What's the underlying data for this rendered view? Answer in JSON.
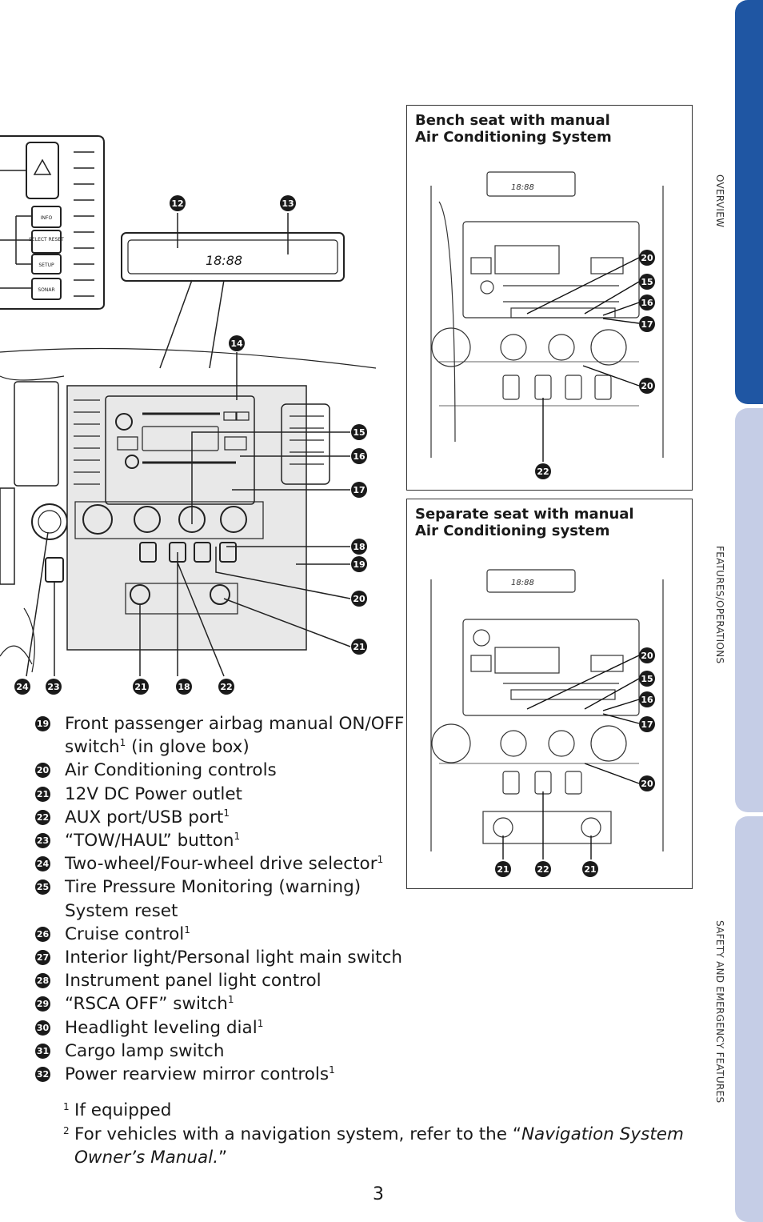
{
  "tabs": [
    {
      "label": "OVERVIEW",
      "color": "#1f56a3"
    },
    {
      "label": "FEATURES/OPERATIONS",
      "color": "#c5cde6"
    },
    {
      "label": "SAFETY AND EMERGENCY FEATURES",
      "color": "#c5cde6"
    }
  ],
  "panel_bench": {
    "title_line1": "Bench seat with manual",
    "title_line2": "Air Conditioning System"
  },
  "panel_separate": {
    "title_line1": "Separate seat with manual",
    "title_line2": "Air Conditioning system"
  },
  "main_diagram": {
    "buttons": {
      "info": "INFO",
      "select_reset": "SELECT RESET",
      "setup": "SETUP",
      "sonar": "SONAR"
    },
    "clock": "18:88"
  },
  "callouts_main": [
    "12",
    "13",
    "14",
    "15",
    "16",
    "17",
    "18",
    "19",
    "20",
    "21",
    "24",
    "23",
    "21",
    "18",
    "22"
  ],
  "callouts_bench": [
    "20",
    "15",
    "16",
    "17",
    "20",
    "22"
  ],
  "callouts_separate": [
    "20",
    "15",
    "16",
    "17",
    "20",
    "21",
    "22",
    "21"
  ],
  "legend": [
    {
      "num": "19",
      "text": "Front passenger airbag manual ON/OFF",
      "sup": ""
    },
    {
      "num": "",
      "text": "switch",
      "sup": "1",
      "tail": " (in glove box)"
    },
    {
      "num": "20",
      "text": "Air Conditioning controls",
      "sup": ""
    },
    {
      "num": "21",
      "text": "12V DC Power outlet",
      "sup": ""
    },
    {
      "num": "22",
      "text": "AUX port/USB port",
      "sup": "1"
    },
    {
      "num": "23",
      "text": "“TOW/HAUL” button",
      "sup": "1"
    },
    {
      "num": "24",
      "text": "Two-wheel/Four-wheel drive selector",
      "sup": "1"
    },
    {
      "num": "25",
      "text": "Tire Pressure Monitoring (warning)",
      "sup": ""
    },
    {
      "num": "",
      "text": "System reset",
      "sup": ""
    },
    {
      "num": "26",
      "text": "Cruise control",
      "sup": "1"
    },
    {
      "num": "27",
      "text": "Interior light/Personal light main switch",
      "sup": ""
    },
    {
      "num": "28",
      "text": "Instrument panel light control",
      "sup": ""
    },
    {
      "num": "29",
      "text": "“RSCA OFF” switch",
      "sup": "1"
    },
    {
      "num": "30",
      "text": "Headlight leveling dial",
      "sup": "1"
    },
    {
      "num": "31",
      "text": "Cargo lamp switch",
      "sup": ""
    },
    {
      "num": "32",
      "text": "Power rearview mirror controls",
      "sup": "1"
    }
  ],
  "footnotes": [
    {
      "mark": "1",
      "text": "If equipped"
    },
    {
      "mark": "2",
      "text_before": "For vehicles with a navigation system, refer to the “",
      "text_italic": "Navigation System Owner’s Manual.",
      "text_after": "”"
    }
  ],
  "page_number": "3"
}
